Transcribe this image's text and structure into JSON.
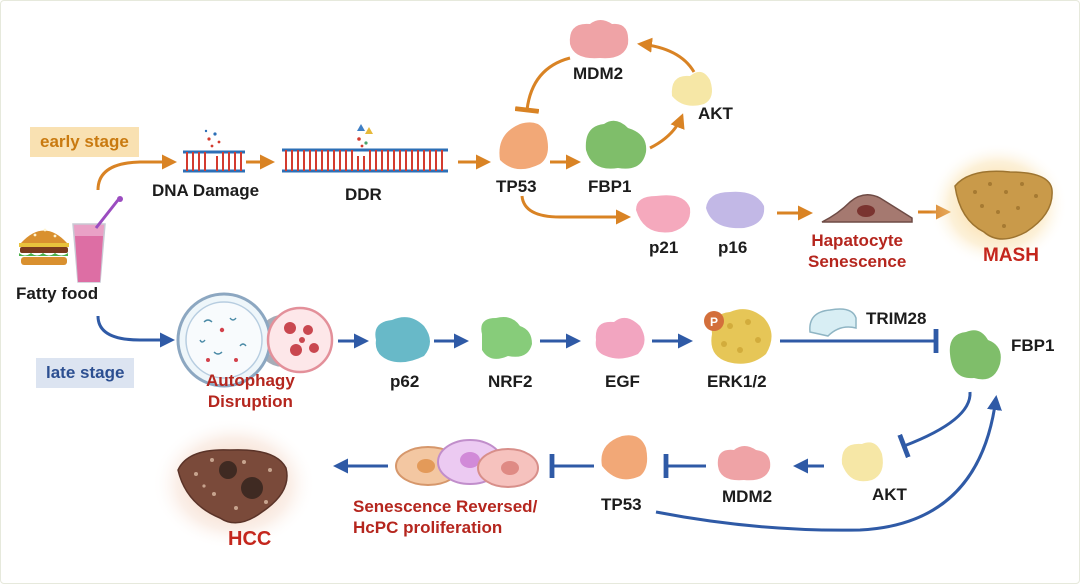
{
  "stages": {
    "early": "early stage",
    "late": "late stage"
  },
  "source": {
    "label": "Fatty food"
  },
  "early_pathway": {
    "dna_damage": "DNA Damage",
    "ddr": "DDR",
    "tp53": "TP53",
    "fbp1": "FBP1",
    "mdm2": "MDM2",
    "akt": "AKT",
    "p21": "p21",
    "p16": "p16",
    "senescence_line1": "Hapatocyte",
    "senescence_line2": "Senescence",
    "outcome": "MASH"
  },
  "late_pathway": {
    "autophagy_line1": "Autophagy",
    "autophagy_line2": "Disruption",
    "p62": "p62",
    "nrf2": "NRF2",
    "egf": "EGF",
    "erk": "ERK1/2",
    "phospho": "P",
    "trim28": "TRIM28",
    "fbp1": "FBP1",
    "akt": "AKT",
    "mdm2": "MDM2",
    "tp53": "TP53",
    "reversal_line1": "Senescence Reversed/",
    "reversal_line2": "HcPC proliferation",
    "outcome": "HCC"
  },
  "colors": {
    "early_arrow": "#d98324",
    "late_arrow": "#2f5aa6",
    "outcome_text": "#c4261c",
    "tp53": "#f2a877",
    "fbp1": "#7fbe6a",
    "mdm2": "#efa3a6",
    "akt": "#f6e7a6",
    "p21": "#f5a9bd",
    "p16": "#c2b8e6",
    "p62": "#68b9c8",
    "nrf2": "#87cc7a",
    "egf": "#f2a5c0",
    "erk": "#e6c657",
    "trim28": "#d8eef4"
  }
}
